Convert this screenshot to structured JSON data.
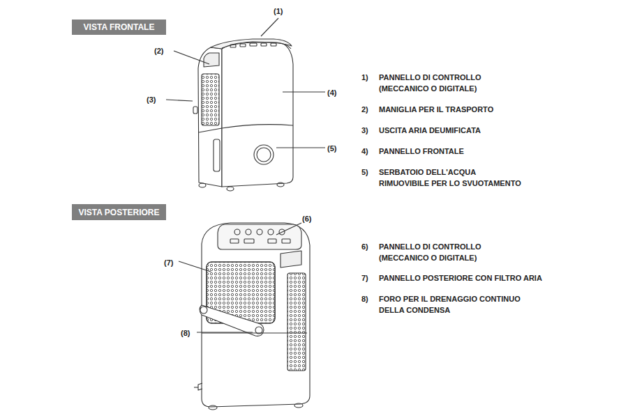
{
  "diagram": {
    "nodes": [
      {
        "text": [
          "VISTA FRONTALE"
        ]
      },
      {
        "text": [
          "VISTA POSTERIORE"
        ]
      }
    ],
    "labels": [
      "(1)",
      "(2)",
      "(3)",
      "(4)",
      "(5)",
      "1)",
      "PANNELLO DI CONTROLLO (MECCANICO O DIGITALE)",
      "2)",
      "MANIGLIA PER IL TRASPORTO",
      "3)",
      "USCITA ARIA DEUMIFICATA",
      "4)",
      "PANNELLO FRONTALE",
      "5)",
      "SERBATOIO DELL'ACQUA RIMUOVIBILE PER LO SVUOTAMENTO",
      "(6)",
      "(7)",
      "(8)",
      "6)",
      "PANNELLO DI CONTROLLO (MECCANICO O DIGITALE)",
      "7)",
      "PANNELLO POSTERIORE CON FILTRO ARIA",
      "8)",
      "FORO PER IL DRENAGGIO CONTINUO DELLA CONDENSA"
    ]
  }
}
